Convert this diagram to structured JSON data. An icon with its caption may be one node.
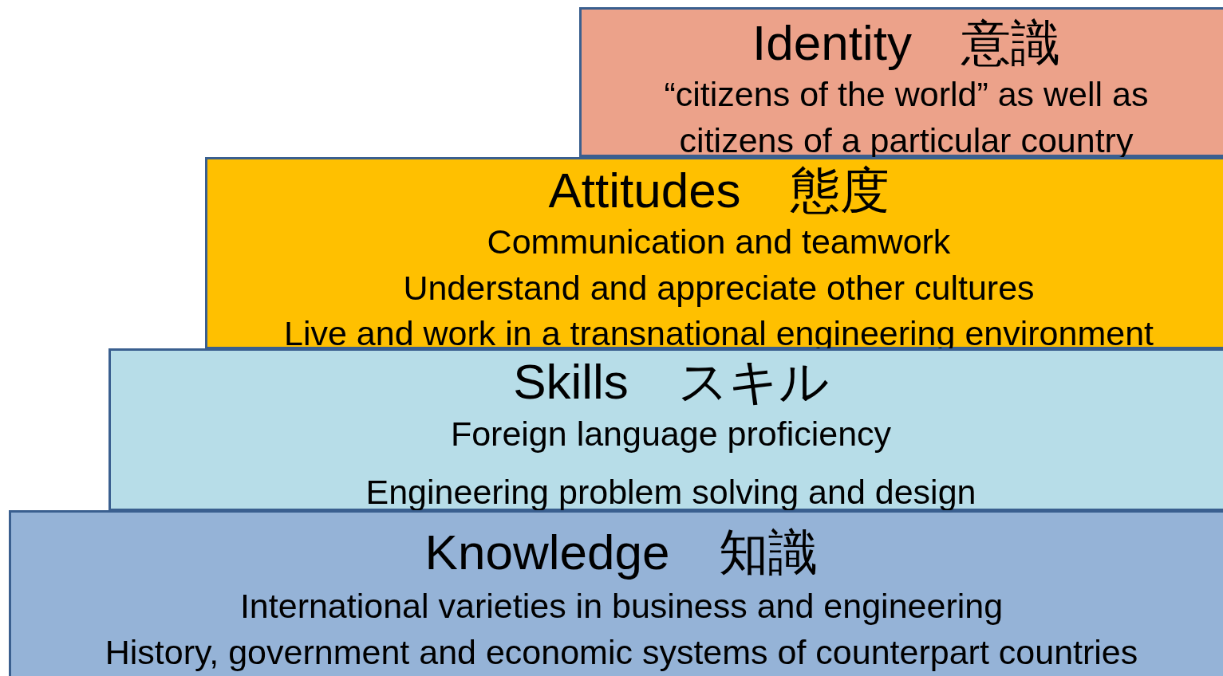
{
  "diagram": {
    "nodes": [
      {
        "text": [
          "Identity　意識",
          "“citizens of the world” as well as citizens of a particular country"
        ]
      },
      {
        "text": [
          "Attitudes　態度",
          "Communication and teamwork",
          "Understand and appreciate other cultures",
          "Live and work in a transnational engineering environment"
        ]
      },
      {
        "text": [
          "Skills　スキル",
          "Foreign language proficiency",
          "Engineering problem solving and design"
        ]
      },
      {
        "text": [
          "Knowledge　知識",
          "International varieties in business and engineering",
          "History, government and economic systems of counterpart countries"
        ]
      }
    ]
  }
}
